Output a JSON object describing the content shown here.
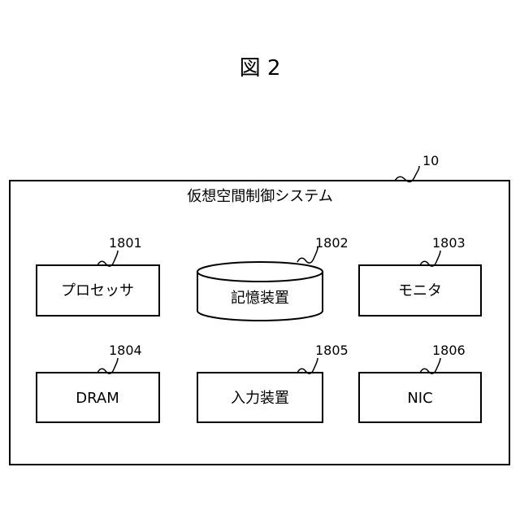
{
  "figure": {
    "title": "図 2"
  },
  "system": {
    "ref": "10",
    "label": "仮想空間制御システム"
  },
  "components": {
    "processor": {
      "ref": "1801",
      "label": "プロセッサ"
    },
    "storage": {
      "ref": "1802",
      "label": "記憶装置"
    },
    "monitor": {
      "ref": "1803",
      "label": "モニタ"
    },
    "dram": {
      "ref": "1804",
      "label": "DRAM"
    },
    "input": {
      "ref": "1805",
      "label": "入力装置"
    },
    "nic": {
      "ref": "1806",
      "label": "NIC"
    }
  }
}
